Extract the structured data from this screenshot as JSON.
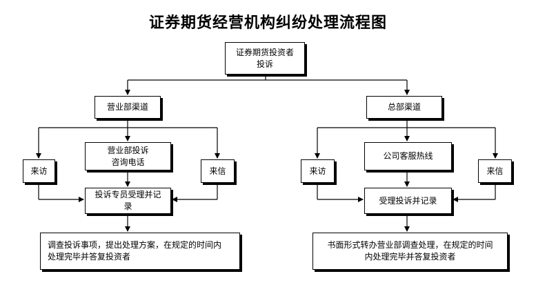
{
  "title": "证券期货经营机构纠纷处理流程图",
  "nodes": {
    "root": "证券期货投资者\n投诉",
    "branch_left": "营业部渠道",
    "branch_right": "总部渠道",
    "left_visit": "来访",
    "left_phone": "营业部投诉\n咨询电话",
    "left_letter": "来信",
    "left_accept": "投诉专员受理并记\n录",
    "left_result": "调查投诉事项，提出处理方案，在规定的时间内\n处理完毕并答复投资者",
    "right_visit": "来访",
    "right_hotline": "公司客服热线",
    "right_letter": "来信",
    "right_accept": "受理投诉并记录",
    "right_result": "书面形式转办营业部调查处理，在规定的时间\n内处理完毕并答复投资者"
  }
}
